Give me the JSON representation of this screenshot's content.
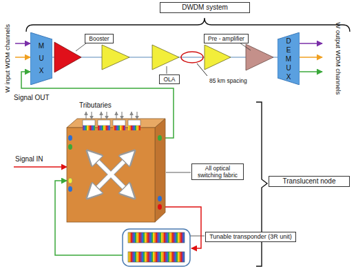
{
  "diagram": {
    "nodes": [
      {
        "text": [
          "DWDM system"
        ]
      },
      {
        "text": [
          "M U X"
        ]
      },
      {
        "text": [
          "D E M U X"
        ]
      },
      {
        "text": [
          "Booster"
        ]
      },
      {
        "text": [
          "OLA"
        ]
      },
      {
        "text": [
          "Pre - amplifier"
        ]
      },
      {
        "text": [
          "All optical switching fabric"
        ]
      },
      {
        "text": [
          "Translucent node"
        ]
      },
      {
        "text": [
          "Tunable transponder (3R unit)"
        ]
      }
    ],
    "labels": [
      "W input WDM channels",
      "W output WDM channels",
      "85 km spacing",
      "Signal OUT",
      "Tributaries",
      "Signal IN"
    ]
  }
}
